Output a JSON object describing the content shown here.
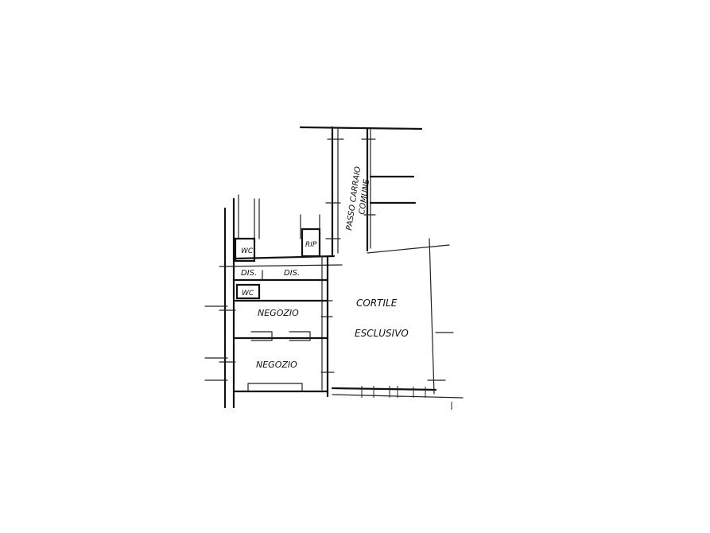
{
  "labels": {
    "passo_carraio": "PASSO CARRAIO",
    "comune": "COMUNE",
    "wc_top": "WC",
    "rip": "RIP",
    "dis_left": "DIS.",
    "dis_right": "DIS.",
    "wc_mid": "WC",
    "negozio_upper": "NEGOZIO",
    "negozio_lower": "NEGOZIO",
    "cortile": "CORTILE",
    "esclusivo": "ESCLUSIVO"
  },
  "colors": {
    "ink": "#111111",
    "paper": "#ffffff"
  }
}
